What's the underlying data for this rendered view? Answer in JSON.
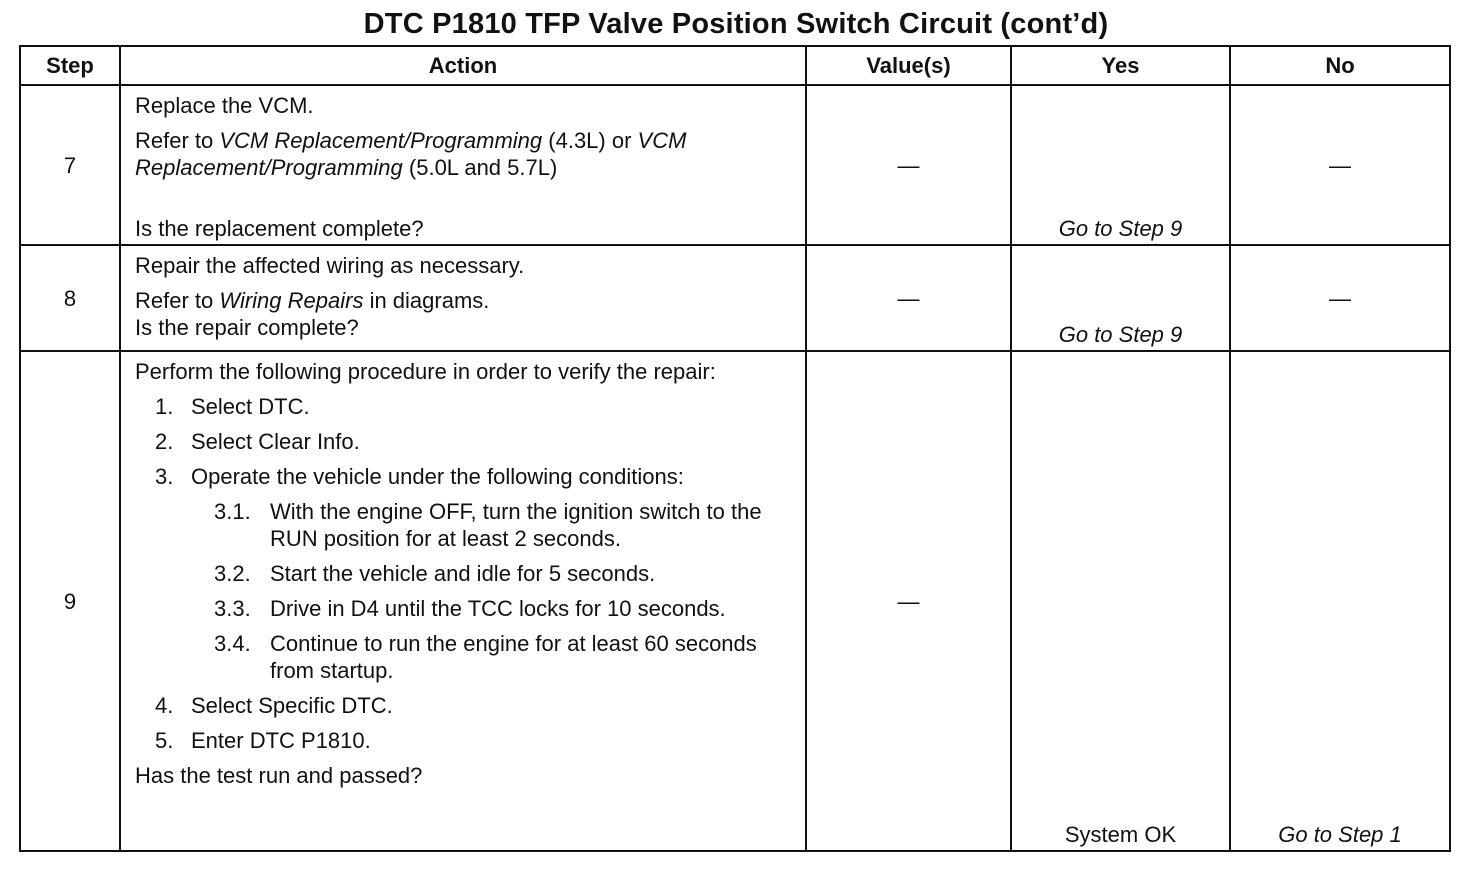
{
  "title": "DTC P1810 TFP Valve Position Switch Circuit  (cont’d)",
  "headers": {
    "step": "Step",
    "action": "Action",
    "values": "Value(s)",
    "yes": "Yes",
    "no": "No"
  },
  "rows": [
    {
      "step": "7",
      "action": {
        "line1": "Replace the VCM.",
        "ref_prefix": "Refer to ",
        "ref_link1": "VCM Replacement/Programming",
        "ref_mid": " (4.3L) or ",
        "ref_link2": "VCM Replacement/Programming",
        "ref_suffix": " (5.0L and 5.7L)",
        "question": "Is the replacement complete?"
      },
      "values": "—",
      "yes": "Go to Step 9",
      "no": "—"
    },
    {
      "step": "8",
      "action": {
        "line1": "Repair the affected wiring as necessary.",
        "ref_prefix": "Refer to ",
        "ref_link": "Wiring Repairs",
        "ref_suffix": " in diagrams.",
        "question": "Is the repair complete?"
      },
      "values": "—",
      "yes": "Go to Step 9",
      "no": "—"
    },
    {
      "step": "9",
      "action": {
        "intro": "Perform the following procedure in order to verify the repair:",
        "items": [
          {
            "num": "1.",
            "text": "Select DTC."
          },
          {
            "num": "2.",
            "text": "Select Clear Info."
          },
          {
            "num": "3.",
            "text": "Operate the vehicle under the following conditions:"
          },
          {
            "num": "4.",
            "text": "Select Specific DTC."
          },
          {
            "num": "5.",
            "text": "Enter DTC P1810."
          }
        ],
        "subitems": [
          {
            "num": "3.1.",
            "text": "With the engine OFF, turn the ignition switch to the RUN position for at least 2 seconds."
          },
          {
            "num": "3.2.",
            "text": "Start the vehicle and idle for 5 seconds."
          },
          {
            "num": "3.3.",
            "text": "Drive in D4 until the TCC locks for 10 seconds."
          },
          {
            "num": "3.4.",
            "text": "Continue to run the engine for at least 60 seconds from startup."
          }
        ],
        "question": "Has the test run and passed?"
      },
      "values": "—",
      "yes": "System OK",
      "no": "Go to Step 1"
    }
  ]
}
